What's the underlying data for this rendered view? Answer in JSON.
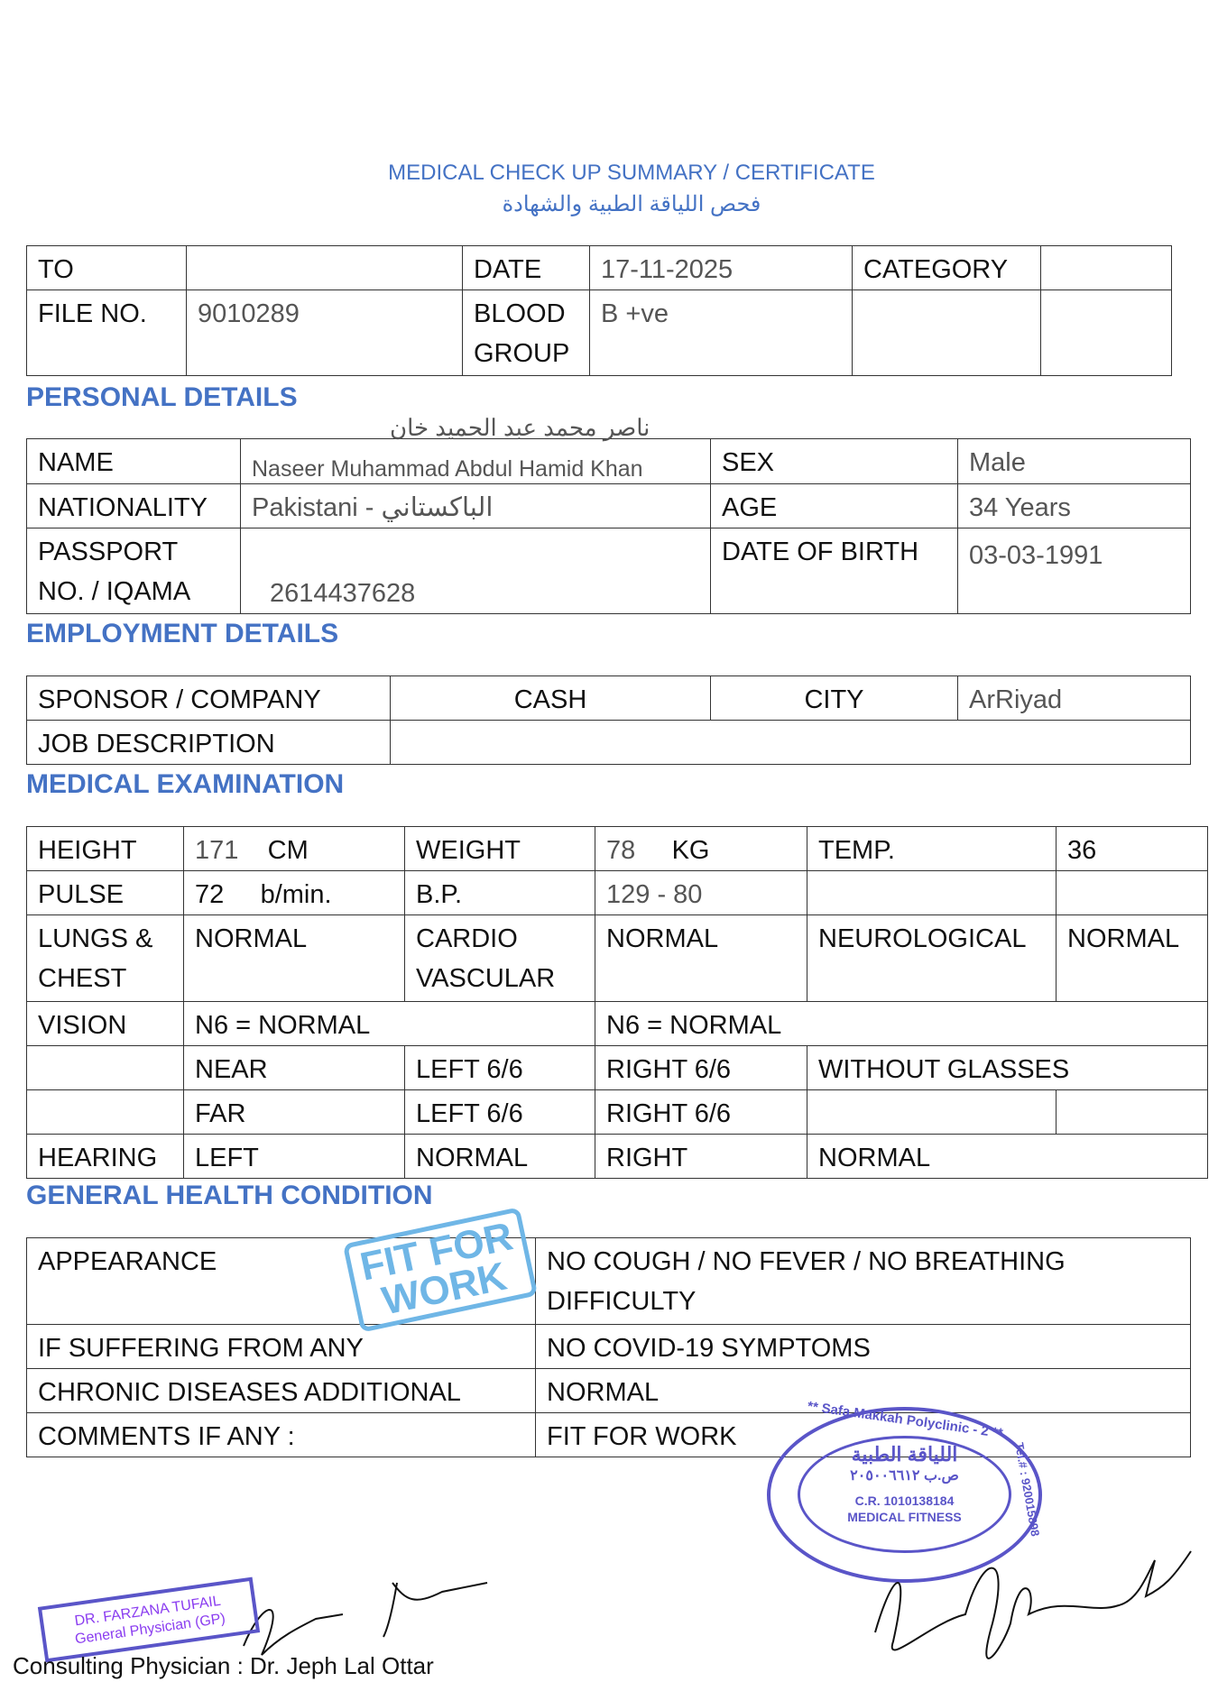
{
  "title_en": "MEDICAL CHECK UP SUMMARY / CERTIFICATE",
  "title_ar": "فحص اللياقة الطبية والشهادة",
  "header": {
    "to_label": "TO",
    "to_value": "",
    "date_label": "DATE",
    "date_value": "17-11-2025",
    "category_label": "CATEGORY",
    "category_value": "",
    "file_label": "FILE NO.",
    "file_value": "9010289",
    "blood_label": "BLOOD GROUP",
    "blood_value": "B +ve"
  },
  "personal": {
    "heading": "PERSONAL DETAILS",
    "name_label": "NAME",
    "name_ar": "ناصر محمد عبد الحميد خان",
    "name_value": "Naseer Muhammad Abdul Hamid Khan",
    "sex_label": "SEX",
    "sex_value": "Male",
    "nationality_label": "NATIONALITY",
    "nationality_value": "Pakistani - الباكستاني",
    "age_label": "AGE",
    "age_value": "34 Years",
    "passport_label": "PASSPORT NO. / IQAMA",
    "passport_value": "2614437628",
    "dob_label": "DATE OF BIRTH",
    "dob_value": "03-03-1991"
  },
  "employment": {
    "heading": "EMPLOYMENT DETAILS",
    "sponsor_label": "SPONSOR / COMPANY",
    "sponsor_value": "CASH",
    "city_label": "CITY",
    "city_value": "ArRiyad",
    "job_label": "JOB DESCRIPTION",
    "job_value": ""
  },
  "exam": {
    "heading": "MEDICAL EXAMINATION",
    "height_label": "HEIGHT",
    "height_value": "171",
    "height_unit": "CM",
    "weight_label": "WEIGHT",
    "weight_value": "78",
    "weight_unit": "KG",
    "temp_label": "TEMP.",
    "temp_value": "36",
    "pulse_label": "PULSE",
    "pulse_value": "72",
    "pulse_unit": "b/min.",
    "bp_label": "B.P.",
    "bp_value": "129 - 80",
    "lungs_label": "LUNGS & CHEST",
    "lungs_value": "NORMAL",
    "cardio_label": "CARDIO VASCULAR",
    "cardio_value": "NORMAL",
    "neuro_label": "NEUROLOGICAL",
    "neuro_value": "NORMAL",
    "vision_label": "VISION",
    "vision_left": "N6 = NORMAL",
    "vision_right": "N6 = NORMAL",
    "near_label": "NEAR",
    "near_left": "LEFT 6/6",
    "near_right": "RIGHT 6/6",
    "glasses": "WITHOUT GLASSES",
    "far_label": "FAR",
    "far_left": "LEFT 6/6",
    "far_right": "RIGHT 6/6",
    "hearing_label": "HEARING",
    "hearing_left_label": "LEFT",
    "hearing_left": "NORMAL",
    "hearing_right_label": "RIGHT",
    "hearing_right": "NORMAL"
  },
  "health": {
    "heading": "GENERAL HEALTH CONDITION",
    "rows": [
      {
        "label": "APPEARANCE",
        "value": "NO COUGH / NO FEVER / NO BREATHING DIFFICULTY"
      },
      {
        "label": "IF SUFFERING FROM ANY",
        "value": "NO COVID-19 SYMPTOMS"
      },
      {
        "label": "CHRONIC DISEASES ADDITIONAL",
        "value": "NORMAL"
      },
      {
        "label": "COMMENTS IF ANY :",
        "value": "FIT FOR WORK"
      }
    ]
  },
  "stamp_fit": "FIT FOR WORK",
  "seal": {
    "top": "** Safa Makkah Polyclinic - 2 **",
    "ar": "اللياقة الطبية",
    "po": "ص.ب ٢٠٥٠٠٦٦١٢",
    "cr": "C.R. 1010138184",
    "fit": "MEDICAL FITNESS",
    "tel": "Tel.# : 920015898"
  },
  "gp_stamp": {
    "name": "DR. FARZANA TUFAIL",
    "title": "General Physician (GP)"
  },
  "footer": "Consulting Physician : Dr. Jeph Lal Ottar"
}
